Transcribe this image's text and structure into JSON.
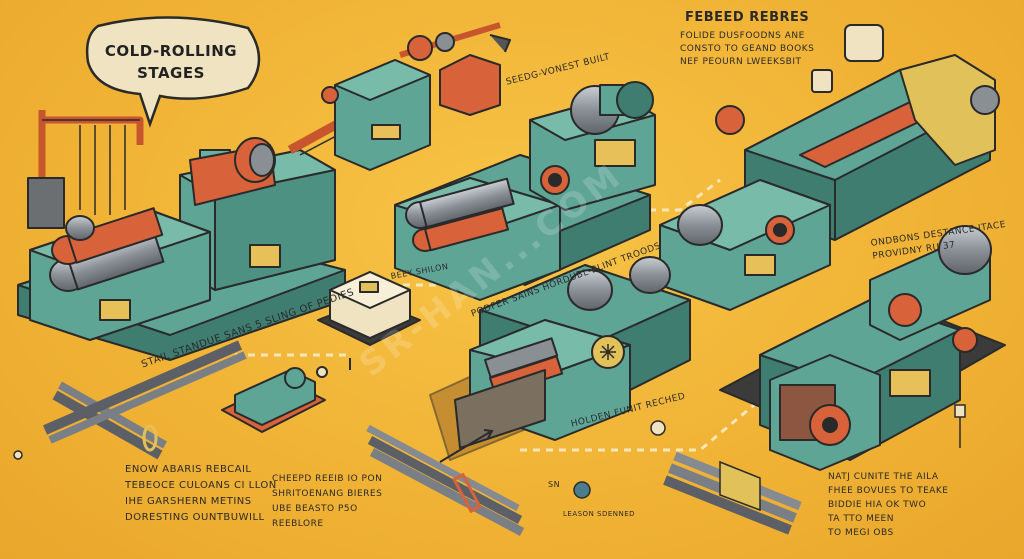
{
  "title": {
    "line1": "COLD-ROLLING",
    "line2": "STAGES"
  },
  "watermark": "SR-HAN...COM",
  "labels": {
    "top_right_title": "FEBEED REBRES",
    "top_right_body": "FOLIDE DUSFOODNS ANE\nCONSTO TO GEAND BOOKS\nNEF PEOURN LWEEKSBIT",
    "feed_label": "SEEDG-VONEST BUILT",
    "mid_label": "PODFER SAINS HORDUBL-BLINT TROODS",
    "bend_label": "BEEY SHILON",
    "left_label": "STAIL STANDUE SANS 5 SLING OF PEDIES",
    "right_mid_label": "ONDBONS DESTANCE ITACE\nPROVIDNY RU 37",
    "bottom_center_label": "HOLDEN FUNIT RECHED",
    "bottom_left_label": "ENOW ABARIS REBCAIL\nTEBEOCE CULOANS CI LLON\nIHE GARSHERN METINS\nDORESTING OUNTBUWILL",
    "bottom_mid_label": "CHEEPD REEIB IO PON\nSHRITOENANG BIERES\nUBE BEASTO P5O\nREEBLORE",
    "bottom_small_label": "LEASON SDENNED",
    "bottom_tiny_label": "SN",
    "bottom_right_label": "NATJ CUNITE THE AILA\nFHEE BOVUES TO TEAKE\nBIDDIE HIA OK TWO\nTA TTO MEEN\nTO MEGI OBS"
  },
  "colors": {
    "background": "#f2b537",
    "machine_teal": "#5fa596",
    "machine_dark": "#3f7d70",
    "accent_orange": "#d8633a",
    "roller_grey": "#8a8f94",
    "outline": "#2a2a2a",
    "paper": "#efe3c2"
  }
}
